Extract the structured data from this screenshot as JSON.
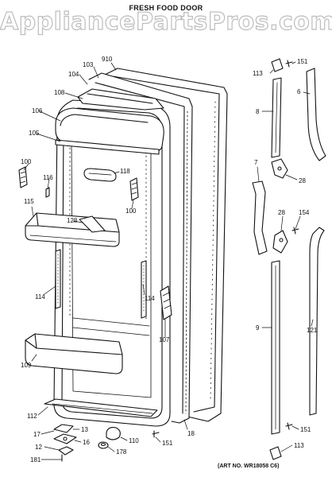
{
  "watermark": "AppliancePartsPros.com",
  "title": "FRESH FOOD DOOR",
  "art_no": "(ART NO. WR18058 C6)",
  "callouts": [
    {
      "id": "c910",
      "text": "910"
    },
    {
      "id": "c103",
      "text": "103"
    },
    {
      "id": "c104",
      "text": "104"
    },
    {
      "id": "c108",
      "text": "108"
    },
    {
      "id": "c106",
      "text": "106"
    },
    {
      "id": "c105",
      "text": "105"
    },
    {
      "id": "c100a",
      "text": "100"
    },
    {
      "id": "c116",
      "text": "116"
    },
    {
      "id": "c118",
      "text": "118"
    },
    {
      "id": "c100b",
      "text": "100"
    },
    {
      "id": "c115",
      "text": "115"
    },
    {
      "id": "c128a",
      "text": "128"
    },
    {
      "id": "c114a",
      "text": "114"
    },
    {
      "id": "c114b",
      "text": "114"
    },
    {
      "id": "c107",
      "text": "107"
    },
    {
      "id": "c109",
      "text": "109"
    },
    {
      "id": "c112",
      "text": "112"
    },
    {
      "id": "c18",
      "text": "18"
    },
    {
      "id": "c17",
      "text": "17"
    },
    {
      "id": "c13",
      "text": "13"
    },
    {
      "id": "c16",
      "text": "16"
    },
    {
      "id": "c110",
      "text": "110"
    },
    {
      "id": "c12",
      "text": "12"
    },
    {
      "id": "c178",
      "text": "178"
    },
    {
      "id": "c151a",
      "text": "151"
    },
    {
      "id": "c181",
      "text": "181"
    },
    {
      "id": "c113a",
      "text": "113"
    },
    {
      "id": "c151b",
      "text": "151"
    },
    {
      "id": "c6",
      "text": "6"
    },
    {
      "id": "c8",
      "text": "8"
    },
    {
      "id": "c7",
      "text": "7"
    },
    {
      "id": "c28a",
      "text": "28"
    },
    {
      "id": "c28b",
      "text": "28"
    },
    {
      "id": "c154",
      "text": "154"
    },
    {
      "id": "c9",
      "text": "9"
    },
    {
      "id": "c121",
      "text": "121"
    },
    {
      "id": "c151c",
      "text": "151"
    },
    {
      "id": "c113b",
      "text": "113"
    }
  ]
}
